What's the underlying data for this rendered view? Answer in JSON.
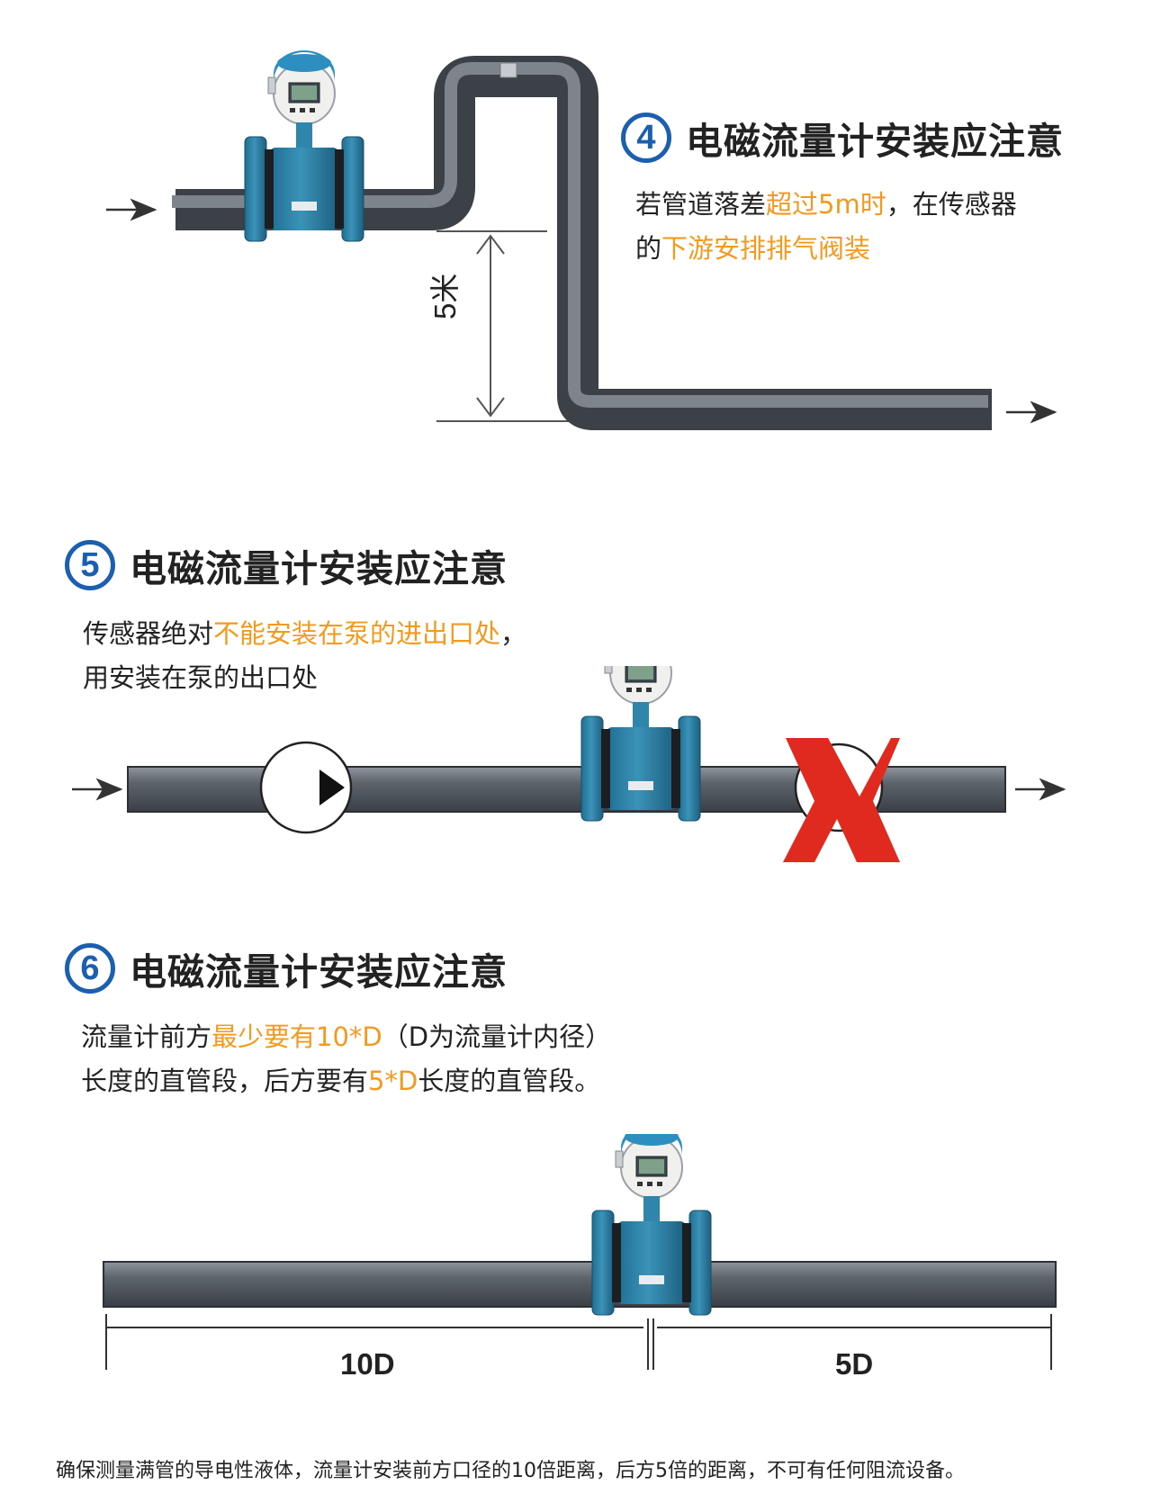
{
  "sec4": {
    "num": "4",
    "title": "电磁流量计安装应注意",
    "line1a": "若管道落差",
    "line1hl": "超过5m时",
    "line1b": "，在传感器",
    "line2a": "的",
    "line2hl": "下游安排排气阀装",
    "dim_label": "5米"
  },
  "sec5": {
    "num": "5",
    "title": "电磁流量计安装应注意",
    "line1a": "传感器绝对",
    "line1hl": "不能安装在泵的进出口处",
    "line1b": "，",
    "line2": "用安装在泵的出口处"
  },
  "sec6": {
    "num": "6",
    "title": "电磁流量计安装应注意",
    "line1a": "流量计前方",
    "line1hl": "最少要有10*D",
    "line1b": "（D为流量计内径）",
    "line2a": "长度的直管段，后方要有",
    "line2hl": "5*D",
    "line2b": "长度的直管段。",
    "label_upstream": "10D",
    "label_downstream": "5D"
  },
  "footer": "确保测量满管的导电性液体，流量计安装前方口径的10倍距离，后方5倍的距离，不可有任何阻流设备。",
  "colors": {
    "accent_blue": "#1a5fb0",
    "highlight_orange": "#f39a1e",
    "meter_body": "#2a7fa3",
    "cross_red": "#e02a20"
  }
}
